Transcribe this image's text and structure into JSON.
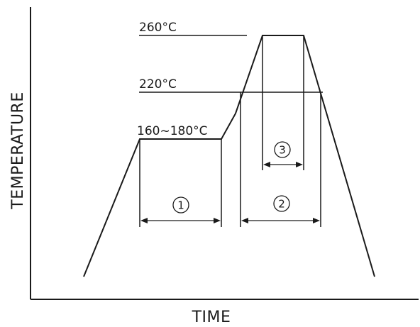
{
  "axes": {
    "x_label": "TIME",
    "y_label": "TEMPERATURE"
  },
  "temperatures": {
    "peak": "260°C",
    "reflow": "220°C",
    "preheat": "160~180°C"
  },
  "zones": [
    {
      "label": "1"
    },
    {
      "label": "2"
    },
    {
      "label": "3"
    }
  ],
  "colors": {
    "ink": "#1a1a1a",
    "background": "#ffffff"
  }
}
